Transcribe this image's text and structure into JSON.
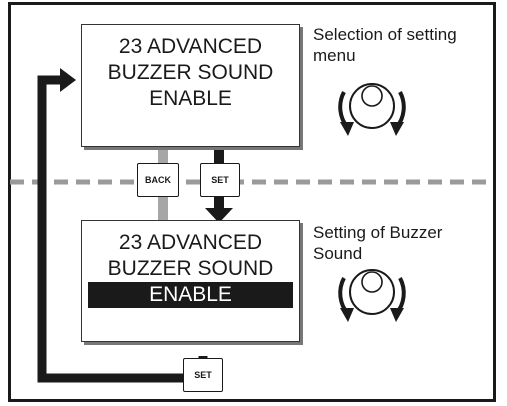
{
  "screen_top": {
    "lines": [
      "23 ADVANCED",
      "BUZZER SOUND",
      "ENABLE"
    ]
  },
  "screen_bottom": {
    "lines": [
      "23 ADVANCED",
      "BUZZER SOUND",
      "ENABLE"
    ]
  },
  "caption_top": {
    "line1": "Selection of setting",
    "line2": "menu"
  },
  "caption_bottom": {
    "line1": "Setting of Buzzer",
    "line2": "Sound"
  },
  "buttons": {
    "back": "BACK",
    "set_middle": "SET",
    "set_bottom": "SET"
  },
  "icons": [
    "rotary-knob-icon",
    "rotary-knob-icon"
  ],
  "colors": {
    "line": "#1a1a1a",
    "grey_arrow": "#a6a6a6",
    "dashed": "#9a9a9a"
  }
}
